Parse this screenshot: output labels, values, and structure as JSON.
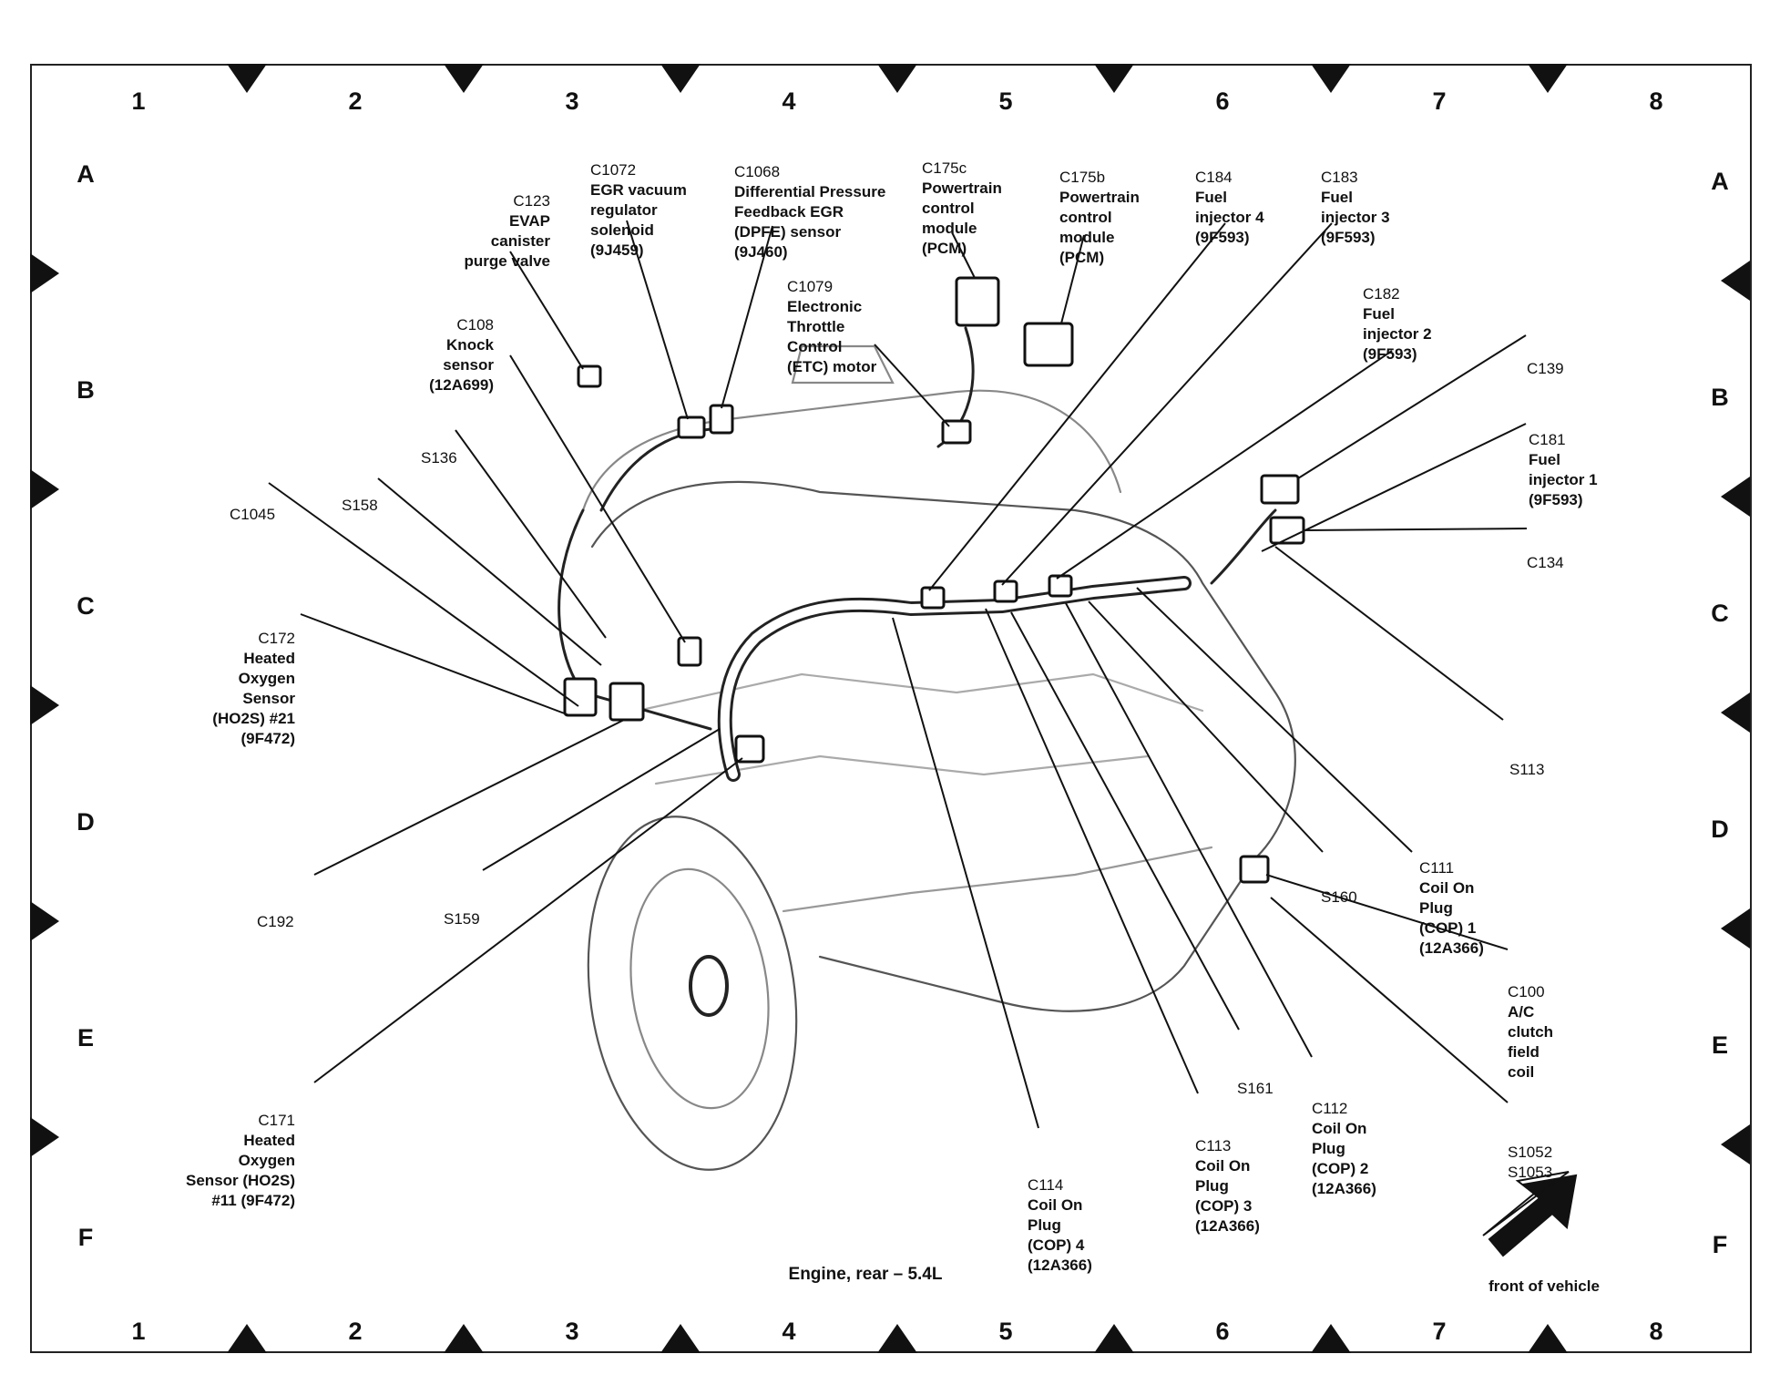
{
  "grid": {
    "columns": [
      "1",
      "2",
      "3",
      "4",
      "5",
      "6",
      "7",
      "8"
    ],
    "rows": [
      "A",
      "B",
      "C",
      "D",
      "E",
      "F"
    ]
  },
  "labels": {
    "c123": {
      "code": "C123",
      "desc": "EVAP\ncanister\npurge valve"
    },
    "c1072": {
      "code": "C1072",
      "desc": "EGR vacuum\nregulator\nsolenoid\n(9J459)"
    },
    "c1068": {
      "code": "C1068",
      "desc": "Differential Pressure\nFeedback EGR\n(DPFE) sensor\n(9J460)"
    },
    "c175c": {
      "code": "C175c",
      "desc": "Powertrain\ncontrol\nmodule\n(PCM)"
    },
    "c175b": {
      "code": "C175b",
      "desc": "Powertrain\ncontrol\nmodule\n(PCM)"
    },
    "c184": {
      "code": "C184",
      "desc": "Fuel\ninjector 4\n(9F593)"
    },
    "c183": {
      "code": "C183",
      "desc": "Fuel\ninjector 3\n(9F593)"
    },
    "c1079": {
      "code": "C1079",
      "desc": "Electronic\nThrottle\nControl\n(ETC) motor"
    },
    "c182": {
      "code": "C182",
      "desc": "Fuel\ninjector 2\n(9F593)"
    },
    "c108": {
      "code": "C108",
      "desc": "Knock\nsensor\n(12A699)"
    },
    "c139": {
      "code": "C139",
      "desc": ""
    },
    "c181": {
      "code": "C181",
      "desc": "Fuel\ninjector 1\n(9F593)"
    },
    "s136": {
      "code": "S136",
      "desc": ""
    },
    "s158": {
      "code": "S158",
      "desc": ""
    },
    "c1045": {
      "code": "C1045",
      "desc": ""
    },
    "c134": {
      "code": "C134",
      "desc": ""
    },
    "c172": {
      "code": "C172",
      "desc": "Heated\nOxygen\nSensor\n(HO2S) #21\n(9F472)"
    },
    "s113": {
      "code": "S113",
      "desc": ""
    },
    "c111": {
      "code": "C111",
      "desc": "Coil On\nPlug\n(COP) 1\n(12A366)"
    },
    "s160": {
      "code": "S160",
      "desc": ""
    },
    "c192": {
      "code": "C192",
      "desc": ""
    },
    "s159": {
      "code": "S159",
      "desc": ""
    },
    "c100": {
      "code": "C100",
      "desc": "A/C\nclutch\nfield\ncoil"
    },
    "s161": {
      "code": "S161",
      "desc": ""
    },
    "c112": {
      "code": "C112",
      "desc": "Coil On\nPlug\n(COP) 2\n(12A366)"
    },
    "c171": {
      "code": "C171",
      "desc": "Heated\nOxygen\nSensor (HO2S)\n#11 (9F472)"
    },
    "c113": {
      "code": "C113",
      "desc": "Coil On\nPlug\n(COP) 3\n(12A366)"
    },
    "s1052": {
      "code": "S1052\nS1053",
      "desc": ""
    },
    "c114": {
      "code": "C114",
      "desc": "Coil On\nPlug\n(COP) 4\n(12A366)"
    }
  },
  "caption": "Engine, rear – 5.4L",
  "front_label": "front of vehicle"
}
